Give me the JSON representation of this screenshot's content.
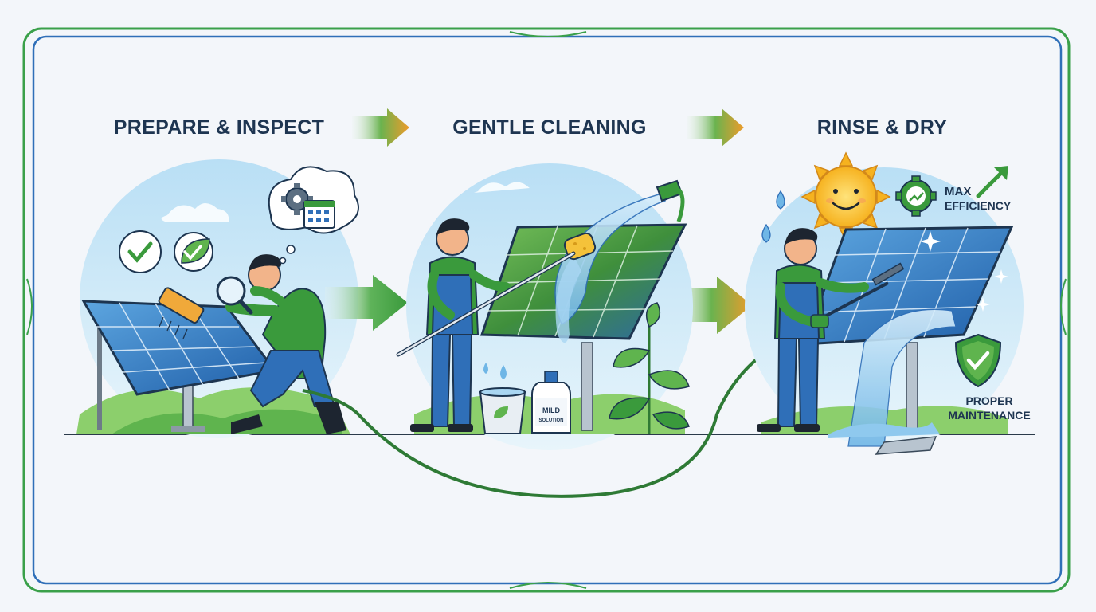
{
  "steps": [
    {
      "title": "PREPARE & INSPECT"
    },
    {
      "title": "GENTLE CLEANING"
    },
    {
      "title": "RINSE & DRY"
    }
  ],
  "labels": {
    "bottle_line1": "MILD",
    "bottle_line2": "SOLUTION",
    "efficiency_line1": "MAX",
    "efficiency_line2": "EFFICIENCY",
    "maintenance_line1": "PROPER",
    "maintenance_line2": "MAINTENANCE"
  },
  "colors": {
    "title": "#1e3551",
    "green": "#3a9a3c",
    "blue": "#2f6fb8",
    "orange": "#ee9b2a",
    "sky": "#cde8f8"
  },
  "icons": {
    "inspect": [
      "magnifier-icon",
      "brush-icon",
      "checkmark-icon",
      "leaf-check-icon",
      "gear-calendar-thought-icon"
    ],
    "clean": [
      "hose-nozzle-icon",
      "sponge-icon",
      "bucket-icon",
      "detergent-bottle-icon",
      "plant-icon"
    ],
    "rinse": [
      "sun-icon",
      "gear-efficiency-icon",
      "shield-check-icon",
      "squeegee-icon"
    ]
  }
}
